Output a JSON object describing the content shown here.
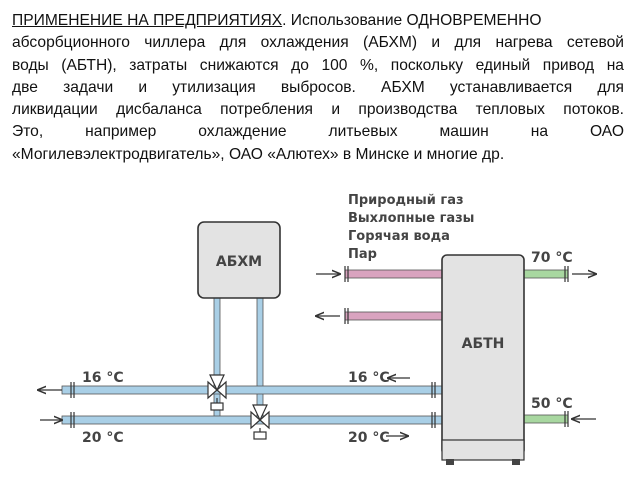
{
  "text": {
    "heading": "ПРИМЕНЕНИЕ НА ПРЕДПРИЯТИЯХ",
    "line1_rest": ". Использование ОДНОВРЕМЕННО",
    "line2": "абсорбционного чиллера для охлаждения (АБХМ)  и для нагрева сетевой",
    "line3": "воды (АБТН), затраты снижаются до 100 %, поскольку единый привод на",
    "line4": "две задачи и утилизация выбросов. АБХМ устанавливается для",
    "line5": "ликвидации дисбаланса потребления и производства тепловых потоков.",
    "line6": "Это, например охлаждение литьевых машин на ОАО",
    "line7": "«Могилевэлектродвигатель», ОАО «Алютех» в Минске и многие др."
  },
  "diagram": {
    "abhm_label": "АБХМ",
    "abtn_label": "АБТН",
    "legend": [
      "Природный газ",
      "Выхлопные газы",
      "Горячая вода",
      "Пар"
    ],
    "temps": {
      "left_top": "16 °С",
      "left_bottom": "20 °С",
      "mid_top": "16 °С",
      "mid_bottom": "20 °С",
      "out_hot": "70 °С",
      "in_return": "50 °С"
    },
    "colors": {
      "blue_pipe": "#a9cfe6",
      "pink_pipe": "#d9a3bf",
      "green_pipe": "#a8d7a0",
      "box_fill": "#e3e3e3",
      "outline": "#333333"
    }
  }
}
